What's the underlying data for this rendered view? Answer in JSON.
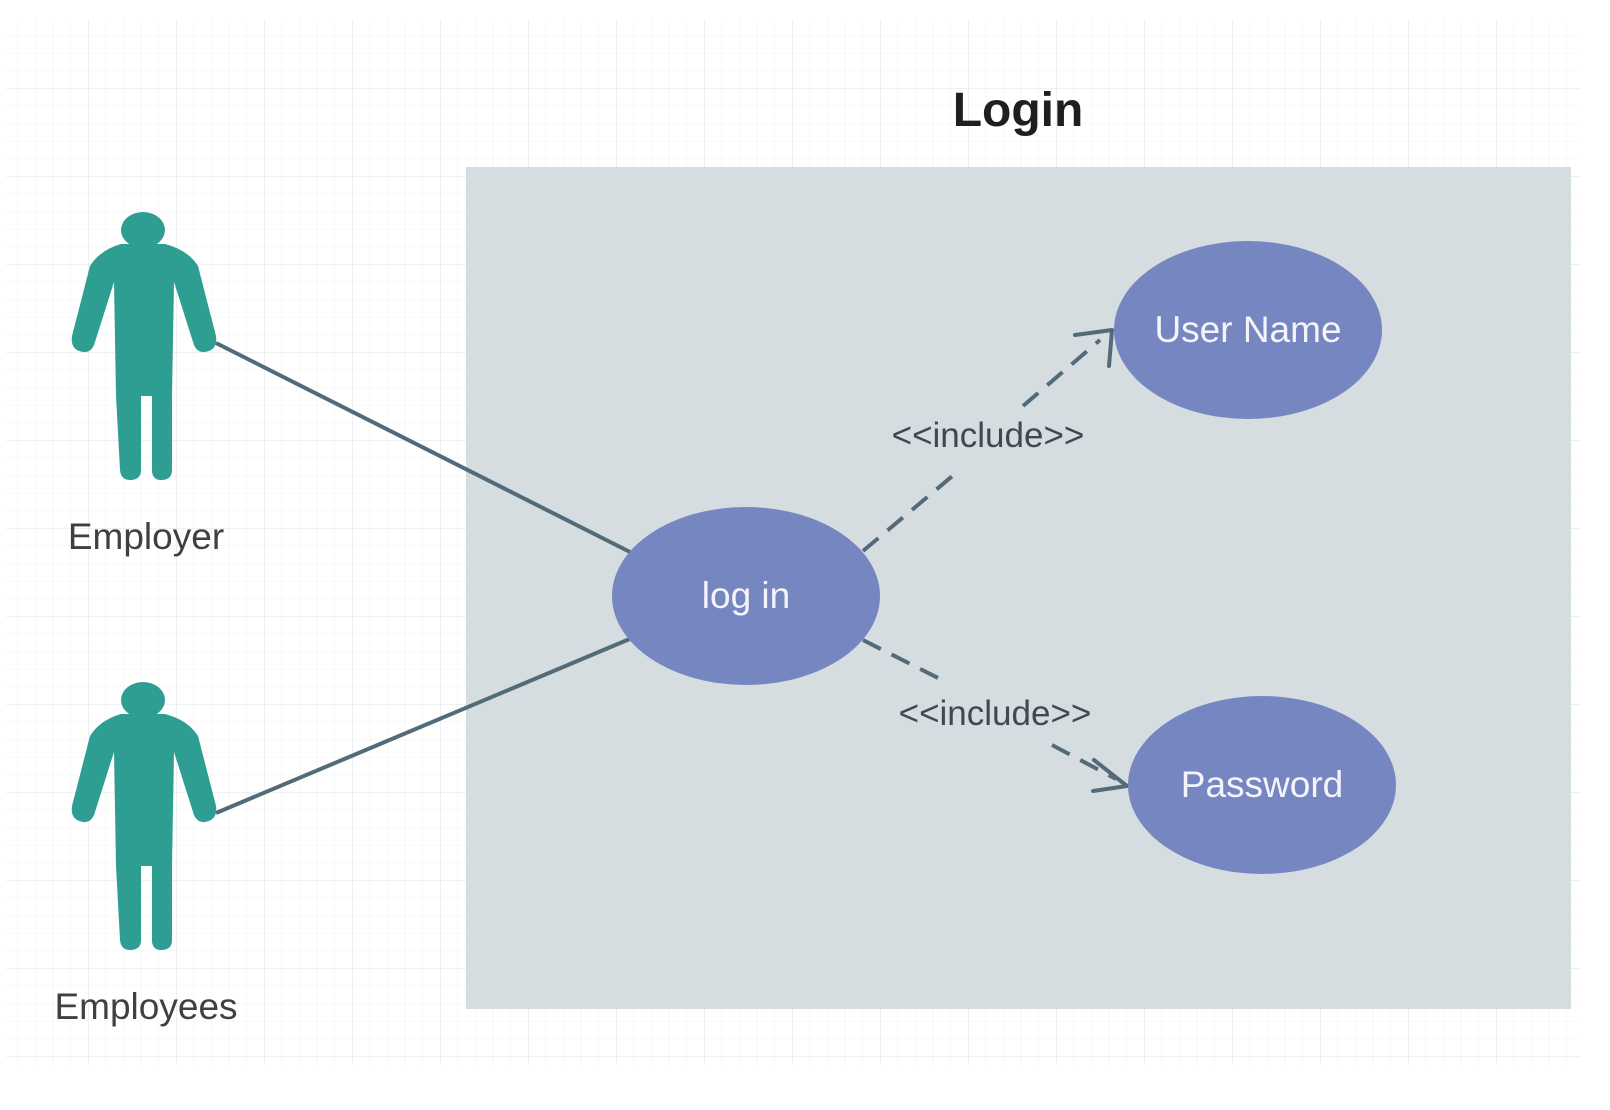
{
  "title": "Login",
  "actors": [
    {
      "id": "employer",
      "label": "Employer"
    },
    {
      "id": "employees",
      "label": "Employees"
    }
  ],
  "use_cases": [
    {
      "id": "login",
      "label": "log in"
    },
    {
      "id": "username",
      "label": "User Name"
    },
    {
      "id": "password",
      "label": "Password"
    }
  ],
  "relations": [
    {
      "from": "employer",
      "to": "login",
      "style": "solid"
    },
    {
      "from": "employees",
      "to": "login",
      "style": "solid"
    },
    {
      "from": "login",
      "to": "username",
      "style": "dashed-arrow",
      "label": "<<include>>"
    },
    {
      "from": "login",
      "to": "password",
      "style": "dashed-arrow",
      "label": "<<include>>"
    }
  ],
  "colors": {
    "actor": "#2e9e92",
    "use_case": "#7686c1",
    "system_boundary": "#d5dde1",
    "line": "#536b79",
    "grid": "#e8eaec"
  }
}
